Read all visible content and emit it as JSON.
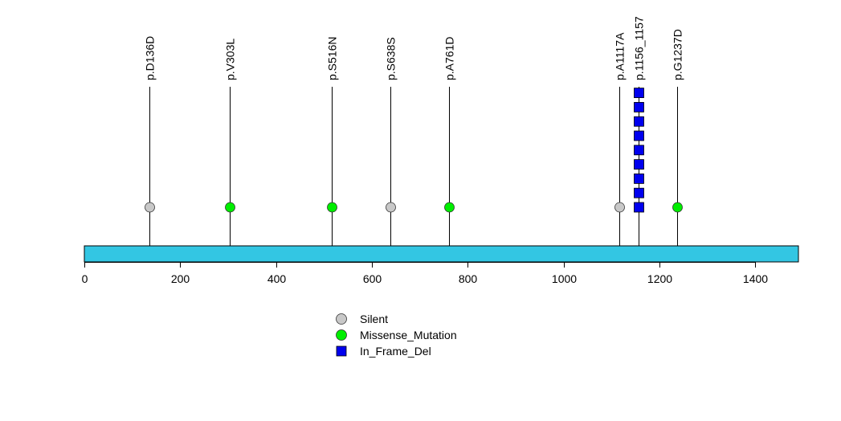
{
  "chart_data": {
    "type": "lollipop",
    "x_axis": {
      "min": 0,
      "max": 1490,
      "ticks": [
        0,
        200,
        400,
        600,
        800,
        1000,
        1200,
        1400
      ],
      "tick_labels": [
        "0",
        "200",
        "400",
        "600",
        "800",
        "1000",
        "1200",
        "1400"
      ]
    },
    "protein_bar": {
      "start": 0,
      "end": 1490,
      "color": "#33c6e3"
    },
    "mutations": [
      {
        "label": "p.D136D",
        "position": 136,
        "count": 1,
        "type": "Silent"
      },
      {
        "label": "p.V303L",
        "position": 303,
        "count": 1,
        "type": "Missense_Mutation"
      },
      {
        "label": "p.S516N",
        "position": 516,
        "count": 1,
        "type": "Missense_Mutation"
      },
      {
        "label": "p.S638S",
        "position": 638,
        "count": 1,
        "type": "Silent"
      },
      {
        "label": "p.A761D",
        "position": 761,
        "count": 1,
        "type": "Missense_Mutation"
      },
      {
        "label": "p.A1117A",
        "position": 1117,
        "count": 1,
        "type": "Silent"
      },
      {
        "label": "p.1156_1157",
        "position": 1156,
        "count": 9,
        "type": "In_Frame_Del"
      },
      {
        "label": "p.G1237D",
        "position": 1237,
        "count": 1,
        "type": "Missense_Mutation"
      }
    ],
    "legend": [
      {
        "label": "Silent",
        "shape": "circle",
        "color": "#c8c8c8"
      },
      {
        "label": "Missense_Mutation",
        "shape": "circle",
        "color": "#00ee00"
      },
      {
        "label": "In_Frame_Del",
        "shape": "square",
        "color": "#0000ee"
      }
    ],
    "colors": {
      "Silent": "#c8c8c8",
      "Missense_Mutation": "#00ee00",
      "In_Frame_Del": "#0000ee"
    },
    "legend_position": "bottom-center"
  }
}
